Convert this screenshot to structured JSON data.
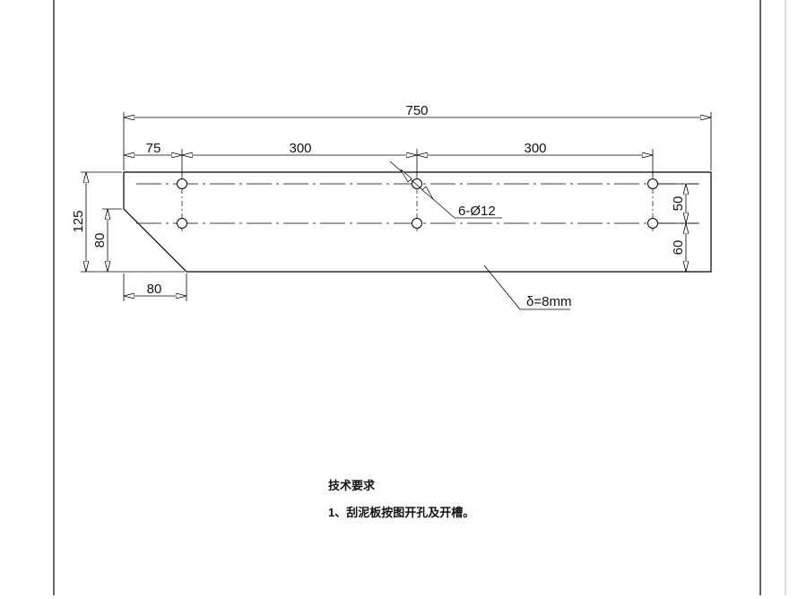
{
  "drawing": {
    "dimensions": {
      "overall_length": "750",
      "end_offset": "75",
      "hole_spacing_left": "300",
      "hole_spacing_right": "300",
      "overall_height": "125",
      "chamfer_height": "80",
      "chamfer_width": "80",
      "hole_row_spacing": "50",
      "bottom_offset": "60"
    },
    "callouts": {
      "holes": "6-Ø12",
      "thickness": "δ=8mm"
    },
    "notes": {
      "title": "技术要求",
      "items": [
        "1、刮泥板按图开孔及开槽。"
      ]
    }
  }
}
